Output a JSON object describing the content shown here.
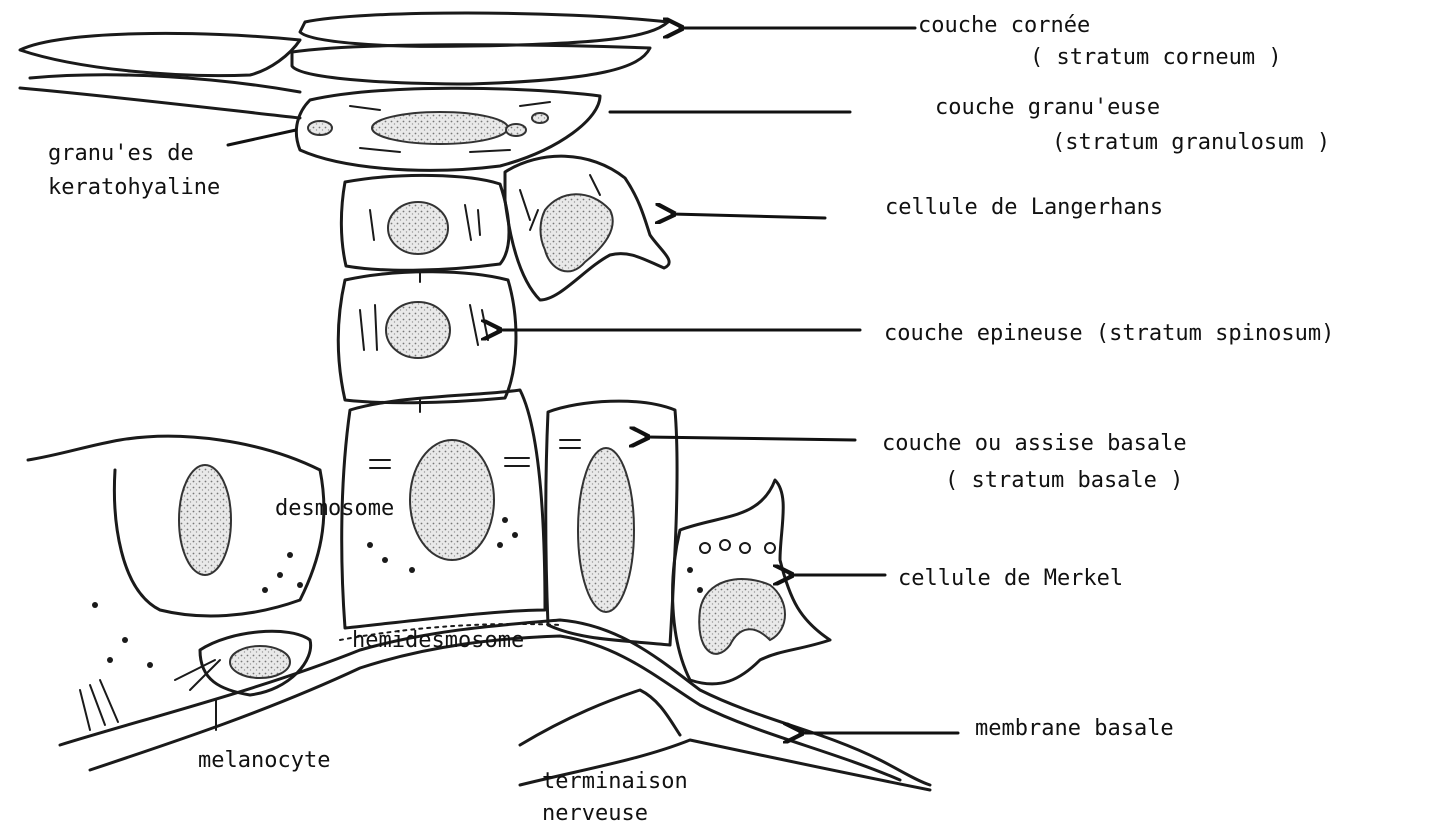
{
  "diagram": {
    "labels": {
      "couche_cornee": "couche  cornée",
      "stratum_corneum": "( stratum corneum )",
      "couche_granuleuse": "couche granu'euse",
      "stratum_granulosum": "(stratum  granulosum )",
      "granules_1": "granu'es de",
      "granules_2": "keratohyaline",
      "langerhans": "cellule de  Langerhans",
      "epineuse": "couche epineuse (stratum spinosum)",
      "basale_1": "couche ou assise basale",
      "basale_2": "( stratum basale )",
      "merkel": "cellule de Merkel",
      "desmosome": "desmosome",
      "hemidesmosome": "hemidesmosome",
      "membrane": "membrane basale",
      "melanocyte": "melanocyte",
      "terminaison_1": "terminaison",
      "terminaison_2": "nerveuse"
    }
  }
}
